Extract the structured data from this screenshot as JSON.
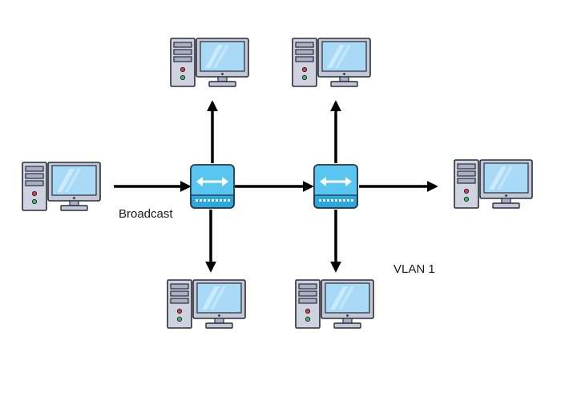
{
  "labels": {
    "broadcast": "Broadcast",
    "vlan": "VLAN 1"
  },
  "colors": {
    "tower_body": "#cfd3e0",
    "tower_bay": "#a9afc4",
    "monitor_frame": "#c3c8d7",
    "screen": "#a8daf7",
    "outline": "#2a2d38",
    "switch_body": "#2aa8e0",
    "switch_face": "#58c6f0",
    "arrow": "#000000",
    "led_red": "#e0394a",
    "led_green": "#3bbf6a"
  },
  "icons": {
    "computer": "desktop-computer-icon",
    "switch": "network-switch-icon"
  },
  "nodes": [
    {
      "id": "pc-source",
      "type": "computer"
    },
    {
      "id": "pc-top-left",
      "type": "computer"
    },
    {
      "id": "pc-top-right",
      "type": "computer"
    },
    {
      "id": "pc-bottom-left",
      "type": "computer"
    },
    {
      "id": "pc-bottom-right",
      "type": "computer"
    },
    {
      "id": "pc-right",
      "type": "computer"
    },
    {
      "id": "switch-1",
      "type": "switch"
    },
    {
      "id": "switch-2",
      "type": "switch"
    }
  ],
  "edges": [
    {
      "from": "pc-source",
      "to": "switch-1"
    },
    {
      "from": "switch-1",
      "to": "pc-top-left"
    },
    {
      "from": "switch-1",
      "to": "pc-bottom-left"
    },
    {
      "from": "switch-1",
      "to": "switch-2"
    },
    {
      "from": "switch-2",
      "to": "pc-top-right"
    },
    {
      "from": "switch-2",
      "to": "pc-bottom-right"
    },
    {
      "from": "switch-2",
      "to": "pc-right"
    }
  ]
}
